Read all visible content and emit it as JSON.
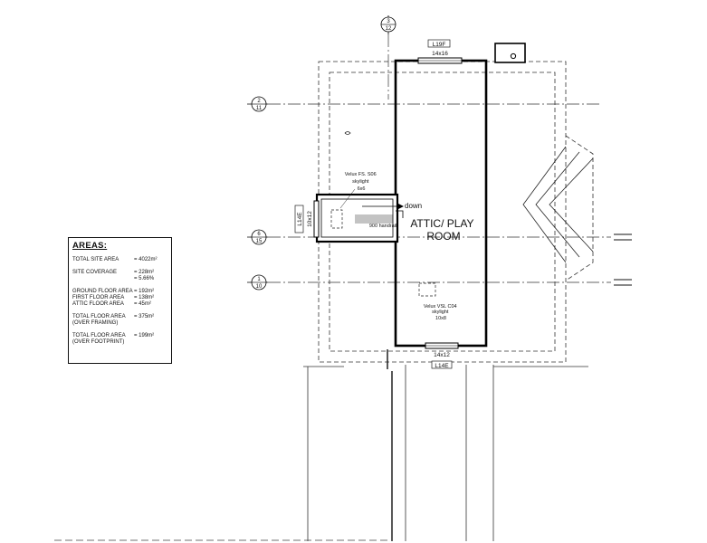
{
  "room": {
    "line1": "ATTIC/ PLAY",
    "line2": "ROOM"
  },
  "windows": {
    "top_code": "L19F",
    "top_size": "14x16",
    "bottom_size": "14x12",
    "bottom_code": "L14E",
    "stair_size": "10x12",
    "stair_code": "L14E"
  },
  "skylight_a": {
    "line1": "Velux FS. S06",
    "line2": "skylight",
    "line3": "6x6"
  },
  "skylight_b": {
    "line1": "Velux VSL C04",
    "line2": "skylight",
    "line3": "10x8"
  },
  "stair": {
    "down": "down",
    "handrail": "900 handrail"
  },
  "grid_markers": [
    {
      "top": "3",
      "bottom": "12"
    },
    {
      "top": "2",
      "bottom": "11"
    },
    {
      "top": "6",
      "bottom": "15"
    },
    {
      "top": "1",
      "bottom": "10"
    }
  ],
  "areas": {
    "title": "AREAS:",
    "rows": [
      {
        "label": "TOTAL SITE AREA",
        "value": "= 4022m²"
      },
      {
        "label": "SITE COVERAGE",
        "value": "= 228m²",
        "value2": "= 5.66%"
      },
      {
        "label": "GROUND FLOOR AREA",
        "value": "= 192m²"
      },
      {
        "label": "FIRST FLOOR AREA",
        "value": "= 138m²"
      },
      {
        "label": "ATTIC FLOOR AREA",
        "value": "= 45m²"
      },
      {
        "label": "TOTAL FLOOR AREA",
        "label2": "(OVER FRAMING)",
        "value": "= 375m²"
      },
      {
        "label": "TOTAL FLOOR AREA",
        "label2": "(OVER FOOTPRINT)",
        "value": "= 199m²"
      }
    ]
  }
}
